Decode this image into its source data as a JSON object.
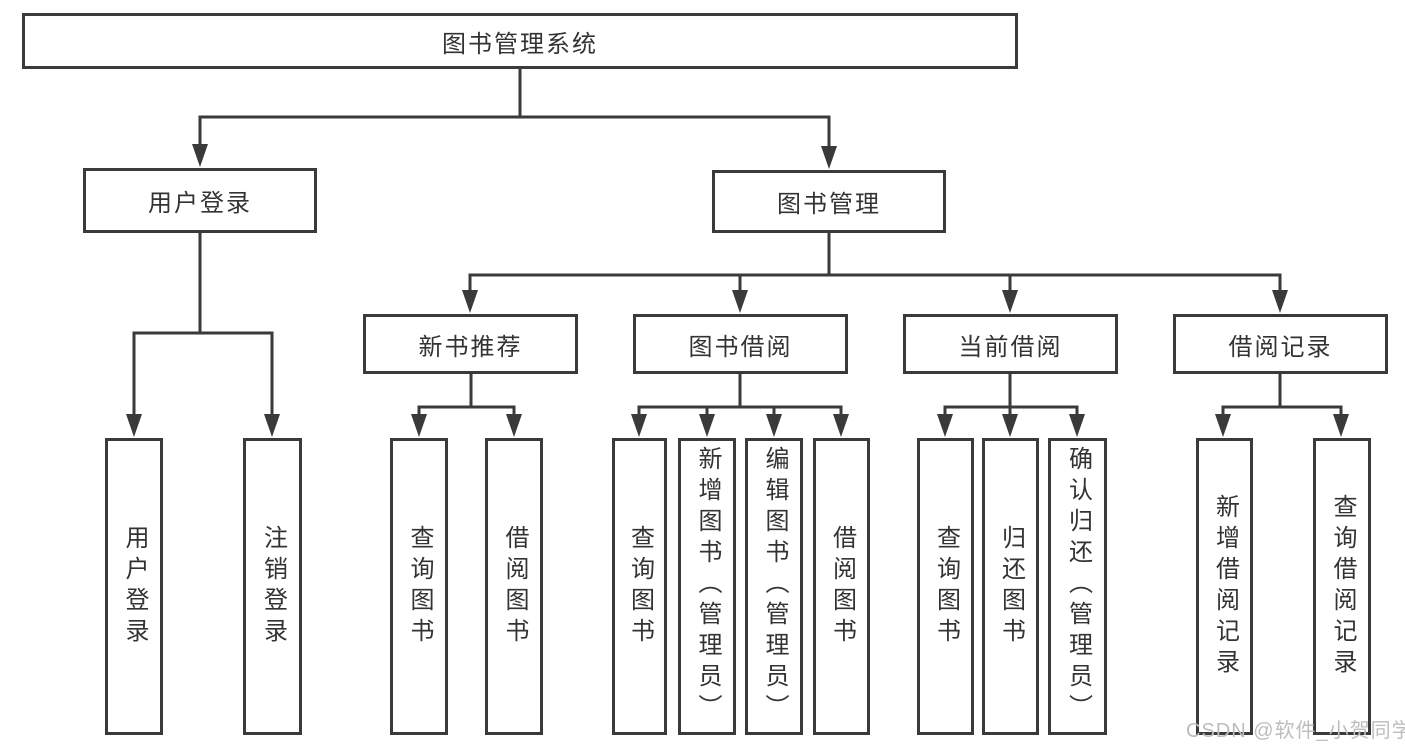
{
  "diagram_type": "functional-structure-tree",
  "colors": {
    "line": "#3a3a3a",
    "box_border": "#3a3a3a",
    "text": "#333333",
    "watermark": "#bdbdbd",
    "background": "#ffffff"
  },
  "tree": {
    "label": "图书管理系统",
    "children": [
      {
        "label": "用户登录",
        "children": [
          {
            "label": "用户登录"
          },
          {
            "label": "注销登录"
          }
        ]
      },
      {
        "label": "图书管理",
        "children": [
          {
            "label": "新书推荐",
            "children": [
              {
                "label": "查询图书"
              },
              {
                "label": "借阅图书"
              }
            ]
          },
          {
            "label": "图书借阅",
            "children": [
              {
                "label": "查询图书"
              },
              {
                "label": "新增图书（管理员）"
              },
              {
                "label": "编辑图书（管理员）"
              },
              {
                "label": "借阅图书"
              }
            ]
          },
          {
            "label": "当前借阅",
            "children": [
              {
                "label": "查询图书"
              },
              {
                "label": "归还图书"
              },
              {
                "label": "确认归还（管理员）"
              }
            ]
          },
          {
            "label": "借阅记录",
            "children": [
              {
                "label": "新增借阅记录"
              },
              {
                "label": "查询借阅记录"
              }
            ]
          }
        ]
      }
    ]
  },
  "watermark": {
    "text": "CSDN @软件_小贺同学"
  }
}
